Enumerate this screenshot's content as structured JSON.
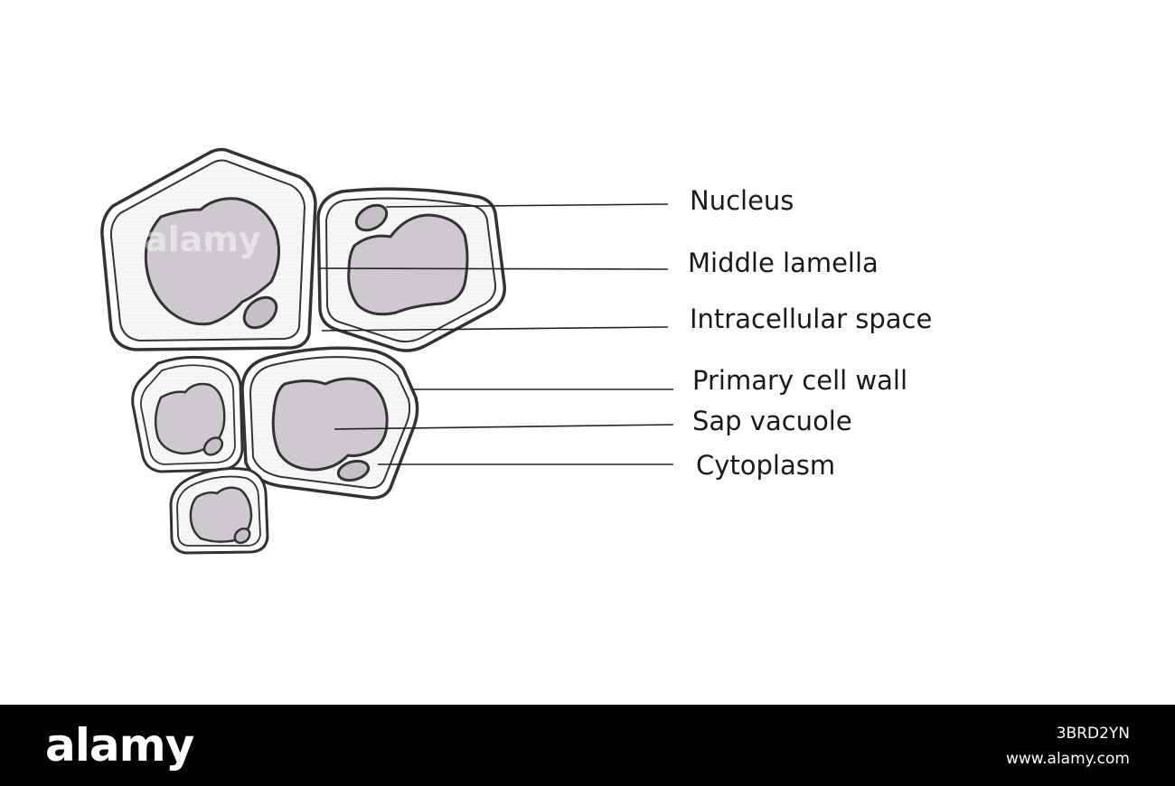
{
  "diagram": {
    "labels": [
      "Nucleus",
      "Middle lamella",
      "Intracellular space",
      "Primary cell wall",
      "Sap vacuole",
      "Cytoplasm"
    ]
  },
  "watermark": {
    "brand": "alamy",
    "image_code": "3BRD2YN",
    "site": "www.alamy.com"
  },
  "colors": {
    "outline": "#333333",
    "vacuole_fill": "#cdc9cf",
    "nucleus_fill": "#c4c0c6",
    "cytoplasm_fill": "#f4f4f4",
    "footer": "#000000"
  }
}
